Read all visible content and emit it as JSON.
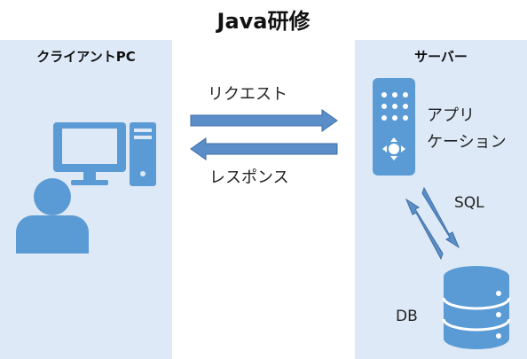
{
  "title": "Java研修",
  "client_panel": {
    "title": "クライアントPC"
  },
  "server_panel": {
    "title": "サーバー"
  },
  "request_label": "リクエスト",
  "response_label": "レスポンス",
  "app_label_line1": "アプリ",
  "app_label_line2": "ケーション",
  "sql_label": "SQL",
  "db_label": "DB",
  "colors": {
    "panel_bg": "#dde9f6",
    "icon_blue": "#5b9bd5",
    "arrow_fill": "#5b8ec9",
    "arrow_stroke": "#3f6fa6"
  }
}
